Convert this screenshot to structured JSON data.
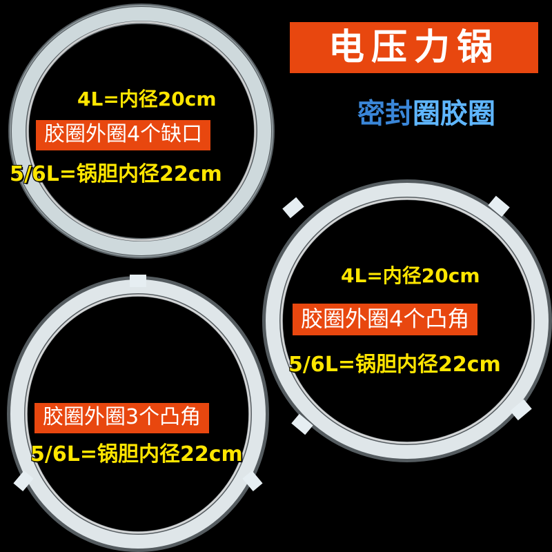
{
  "header": {
    "title": "电压力锅",
    "subtitle_a": "密封",
    "subtitle_b": "圈胶圈"
  },
  "ring_top_left": {
    "size_4l": "4L=内径20cm",
    "feature": "胶圈外圈4个缺口",
    "size_56l": "5/6L=锅胆内径22cm"
  },
  "ring_right": {
    "size_4l": "4L=内径20cm",
    "feature": "胶圈外圈4个凸角",
    "size_56l": "5/6L=锅胆内径22cm"
  },
  "ring_bottom_left": {
    "feature": "胶圈外圈3个凸角",
    "size_56l": "5/6L=锅胆内径22cm"
  },
  "colors": {
    "background": "#000000",
    "label_box": "#e8470f",
    "highlight_text": "#ffe600",
    "subtitle_blue": "#3a86d8",
    "ring": "#e6f0f4"
  }
}
